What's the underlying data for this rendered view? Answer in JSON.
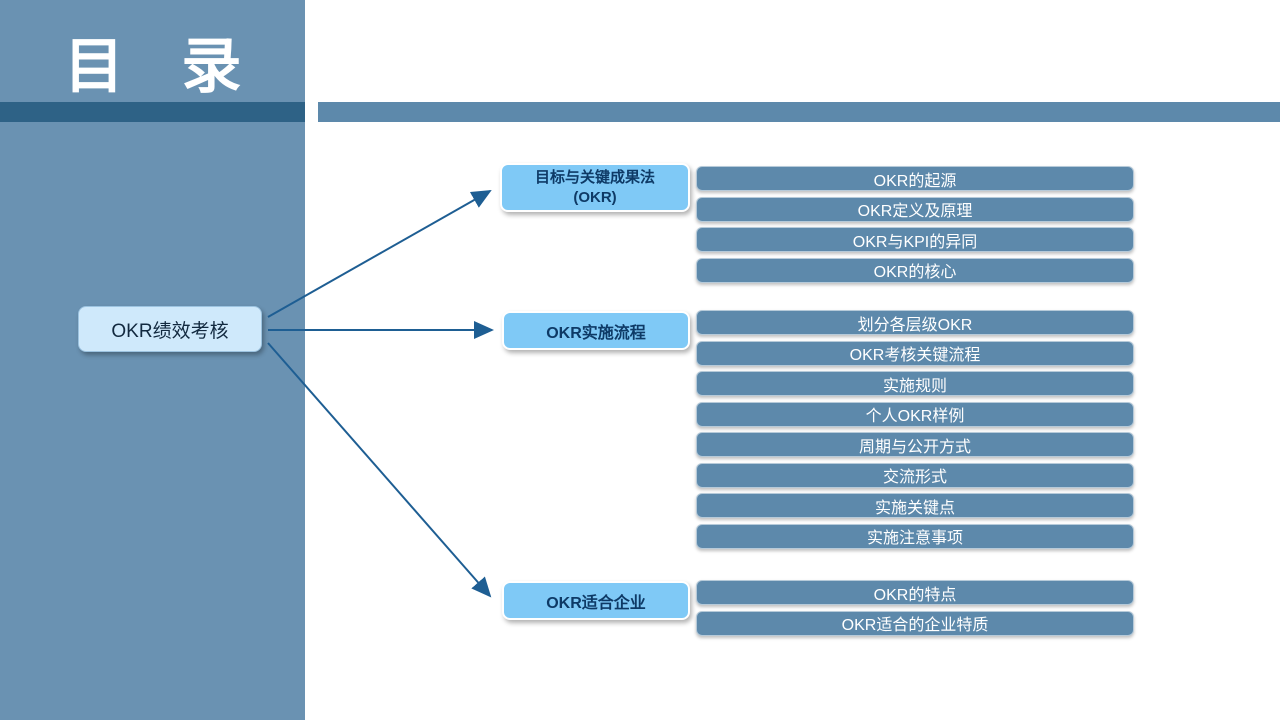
{
  "slide_title": "目  录",
  "root": {
    "label": "OKR绩效考核"
  },
  "branches": [
    {
      "label": "目标与关键成果法\n(OKR)",
      "items": [
        "OKR的起源",
        "OKR定义及原理",
        "OKR与KPI的异同",
        "OKR的核心"
      ]
    },
    {
      "label": "OKR实施流程",
      "items": [
        "划分各层级OKR",
        "OKR考核关键流程",
        "实施规则",
        "个人OKR样例",
        "周期与公开方式",
        "交流形式",
        "实施关键点",
        "实施注意事项"
      ]
    },
    {
      "label": "OKR适合企业",
      "items": [
        "OKR的特点",
        "OKR适合的企业特质"
      ]
    }
  ],
  "colors": {
    "sidebar": "#6a92b2",
    "band_left": "#2e6286",
    "band_right": "#5d89ab",
    "root_fill": "#cfe9fb",
    "branch_fill": "#7fc9f6",
    "leaf_fill": "#5d89ab",
    "arrow": "#1e5e93"
  }
}
